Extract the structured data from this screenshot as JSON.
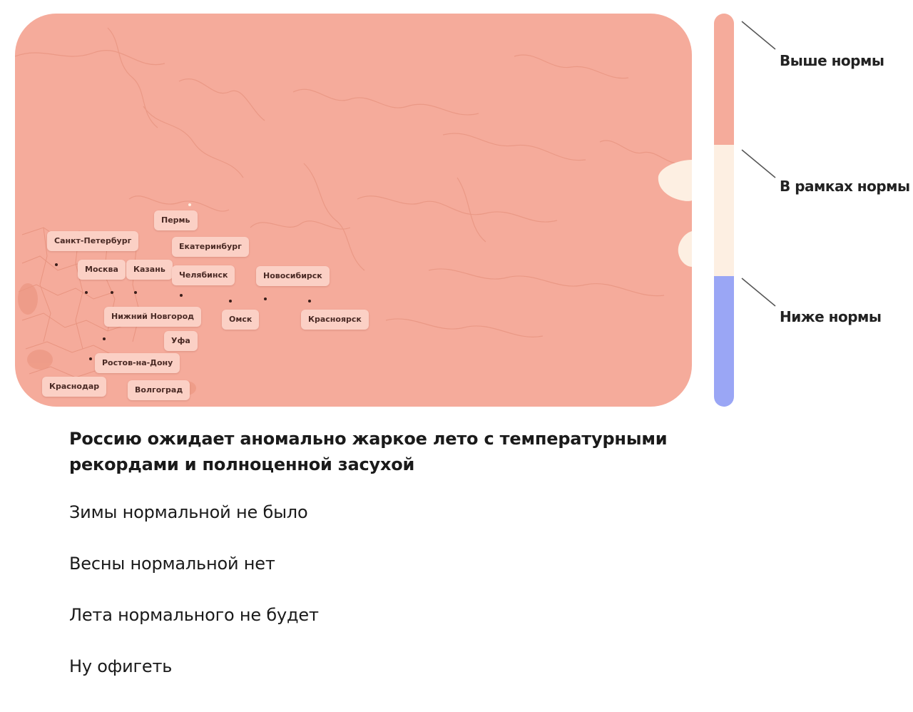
{
  "map": {
    "cities": [
      {
        "name": "Пермь"
      },
      {
        "name": "Санкт-Петербург"
      },
      {
        "name": "Екатеринбург"
      },
      {
        "name": "Москва"
      },
      {
        "name": "Казань"
      },
      {
        "name": "Челябинск"
      },
      {
        "name": "Новосибирск"
      },
      {
        "name": "Нижний Новгород"
      },
      {
        "name": "Омск"
      },
      {
        "name": "Красноярск"
      },
      {
        "name": "Уфа"
      },
      {
        "name": "Ростов-на-Дону"
      },
      {
        "name": "Краснодар"
      },
      {
        "name": "Волгоград"
      }
    ]
  },
  "legend": {
    "items": [
      {
        "label": "Выше нормы",
        "color": "#f5ab9b"
      },
      {
        "label": "В рамках нормы",
        "color": "#fdefe2"
      },
      {
        "label": "Ниже нормы",
        "color": "#9aa6f5"
      }
    ]
  },
  "post": {
    "title": "Россию ожидает аномально жаркое лето с температурными рекордами и полноценной засухой",
    "lines": [
      "Зимы нормальной не было",
      "Весны нормальной нет",
      "Лета нормального не будет",
      "Ну офигеть"
    ]
  }
}
